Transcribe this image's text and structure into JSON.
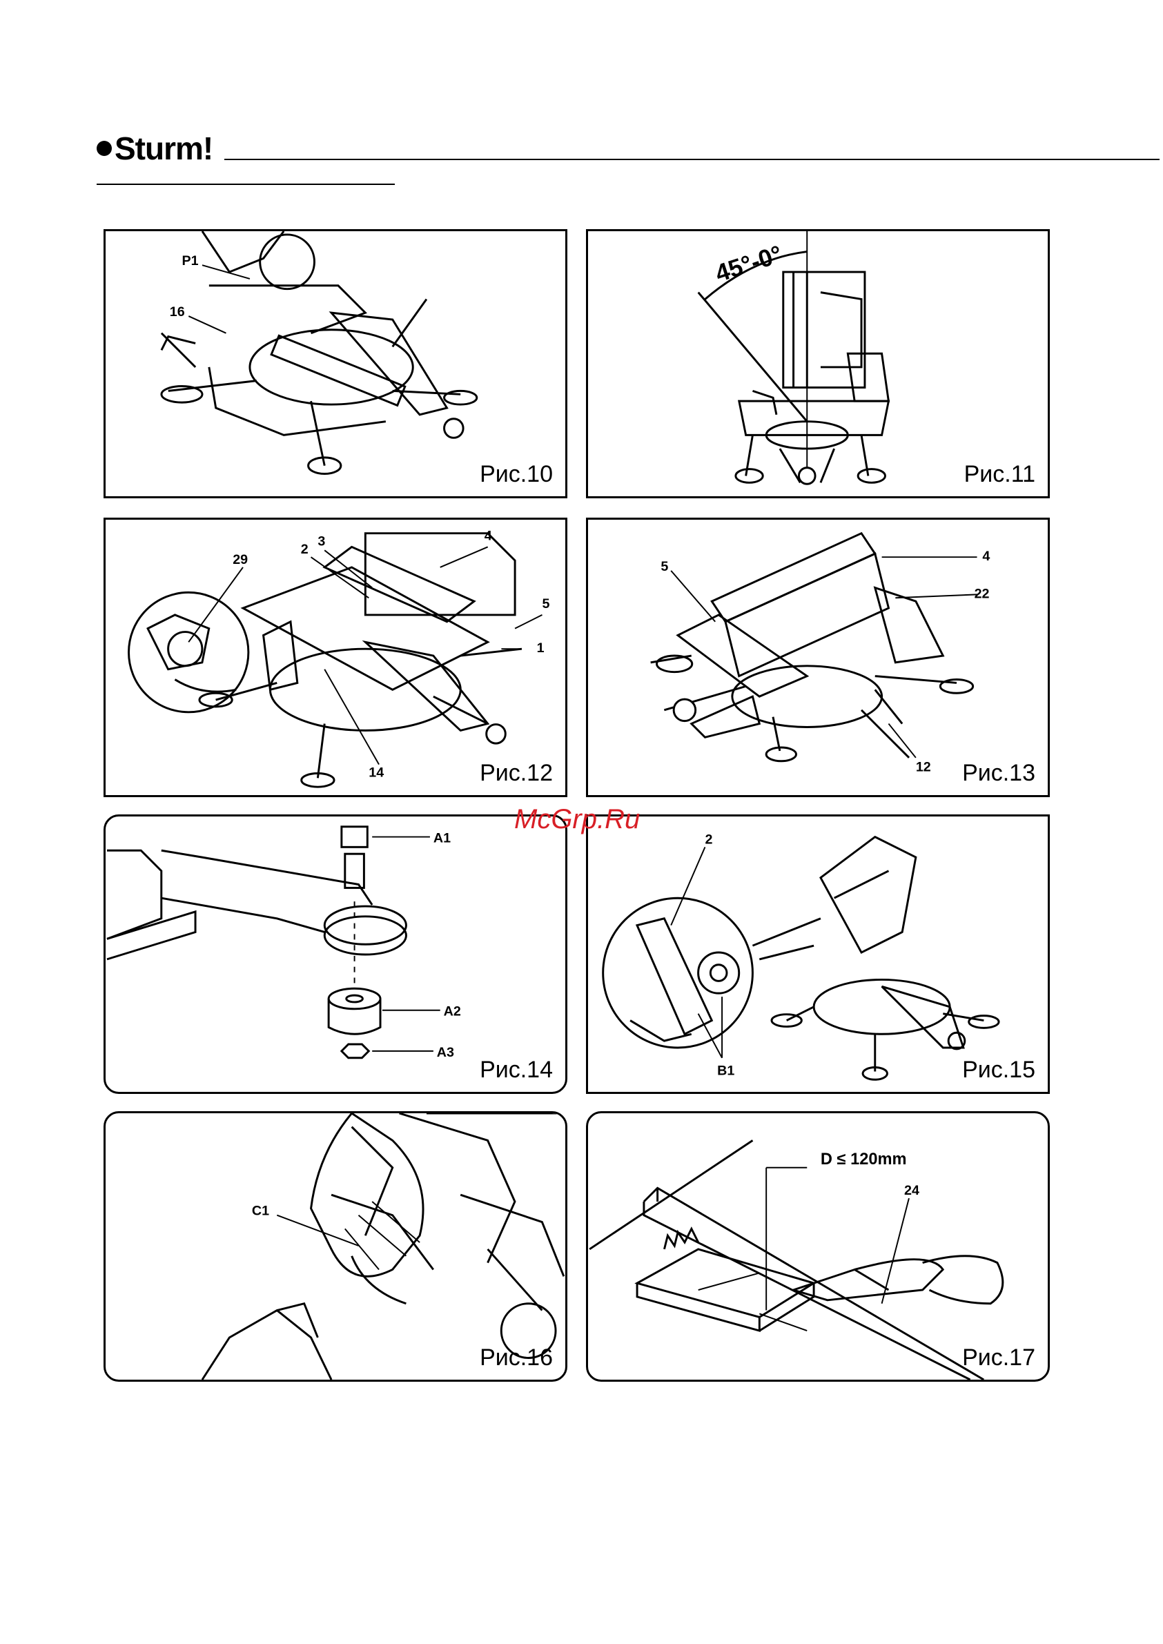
{
  "header": {
    "brand": "Sturm!"
  },
  "watermark": "McGrp.Ru",
  "figures": [
    {
      "caption": "Рис.10",
      "labels": {
        "p1": "P1",
        "n16": "16"
      }
    },
    {
      "caption": "Рис.11",
      "labels": {
        "angle": "45°-0°"
      }
    },
    {
      "caption": "Рис.12",
      "labels": {
        "n29": "29",
        "n2": "2",
        "n3": "3",
        "n4": "4",
        "n5": "5",
        "n1": "1",
        "n14": "14"
      }
    },
    {
      "caption": "Рис.13",
      "labels": {
        "n5": "5",
        "n4": "4",
        "n22": "22",
        "n12": "12"
      }
    },
    {
      "caption": "Рис.14",
      "labels": {
        "a1": "A1",
        "a2": "A2",
        "a3": "A3"
      }
    },
    {
      "caption": "Рис.15",
      "labels": {
        "n2": "2",
        "b1": "B1"
      }
    },
    {
      "caption": "Рис.16",
      "labels": {
        "c1": "C1"
      }
    },
    {
      "caption": "Рис.17",
      "labels": {
        "d": "D ≤ 120mm",
        "n24": "24"
      }
    }
  ]
}
